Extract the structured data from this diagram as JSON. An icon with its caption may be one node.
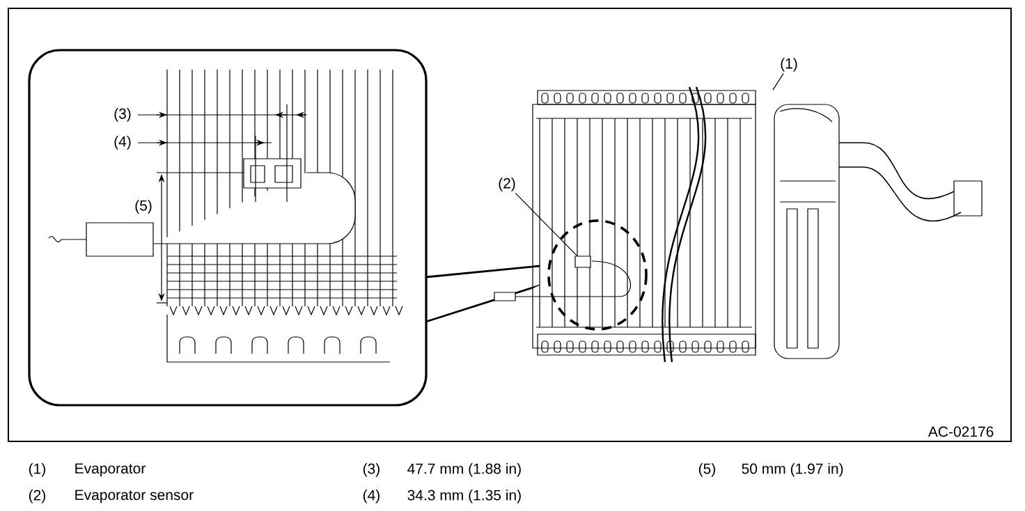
{
  "diagram": {
    "nodes": [
      {
        "text": [
          "(1)"
        ]
      },
      {
        "text": [],
        "shape": "picture"
      },
      {
        "text": [
          "(2)"
        ]
      },
      {
        "text": [],
        "shape": "box",
        "in": 1
      }
    ],
    "edges": [
      {
        "from": 0,
        "to": 1,
        "arrow": "none"
      },
      {
        "from": 2,
        "to": 3,
        "arrow": "none"
      }
    ],
    "labels": [
      "(3)",
      "(4)",
      "(5)",
      "AC-02176",
      "(1)",
      "Evaporator",
      "(3)",
      "47.7 mm (1.88 in)",
      "(5)",
      "50 mm (1.97 in)",
      "(2)",
      "Evaporator sensor",
      "(4)",
      "34.3 mm (1.35 in)"
    ]
  }
}
